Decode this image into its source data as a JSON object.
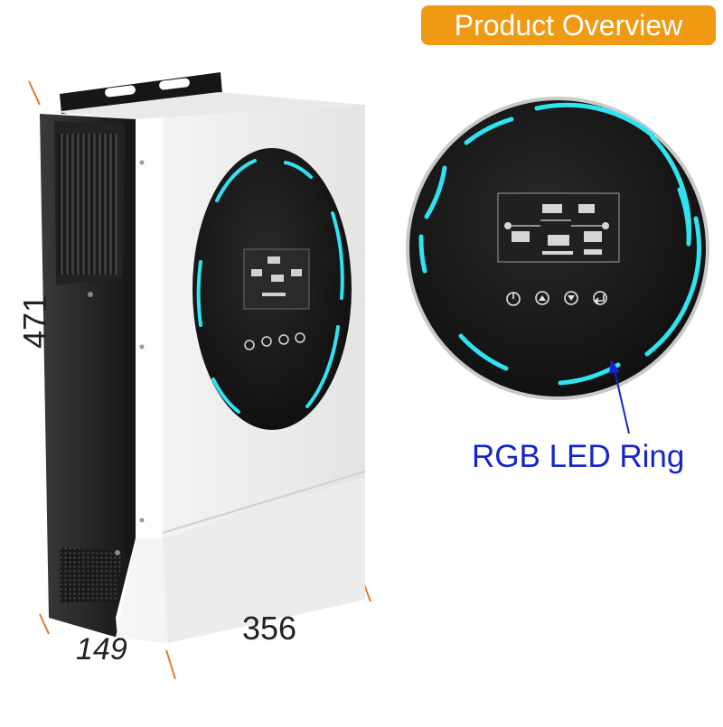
{
  "header": {
    "badge_text": "Product Overview"
  },
  "dimensions": {
    "height": "471",
    "depth": "149",
    "width": "356"
  },
  "callout": {
    "label": "RGB LED Ring"
  },
  "colors": {
    "badge_orange": "#ef9a12",
    "callout_blue": "#1426c8",
    "led_cyan": "#2fe3f0",
    "dimension_line": "#e07a2a",
    "panel_black": "#1b1b1b",
    "body_white": "#f2f2f2"
  },
  "display_icons": [
    "power-icon",
    "up-arrow-icon",
    "down-arrow-icon",
    "enter-icon"
  ]
}
